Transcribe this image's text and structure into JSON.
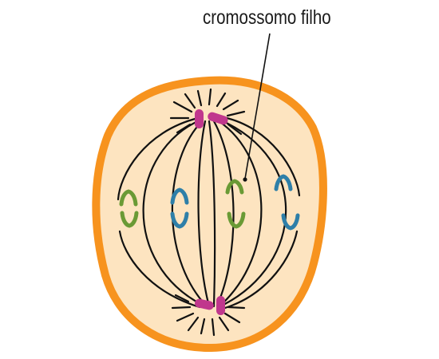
{
  "diagram": {
    "annotation": {
      "text": "cromossomo filho"
    },
    "colors": {
      "membrane": "#f7931e",
      "cytoplasm": "#fde4c0",
      "spindle": "#111111",
      "centrosome": "#c0378d",
      "chromosome_green": "#6a9a35",
      "chromosome_blue": "#2e7fa8",
      "pointer": "#111111"
    },
    "parts": [
      "cell-membrane",
      "cytoplasm",
      "spindle-fibers",
      "centrosome-top",
      "centrosome-bottom",
      "daughter-chromosomes"
    ]
  }
}
